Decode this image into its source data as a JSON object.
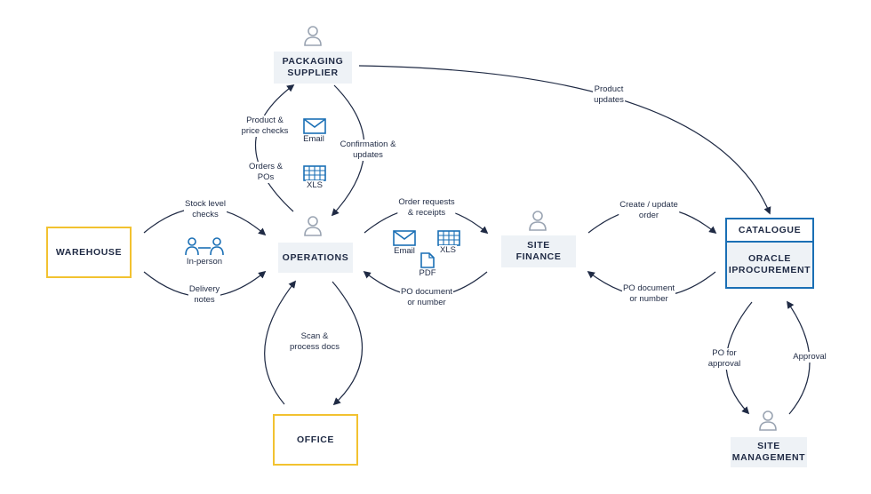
{
  "colors": {
    "text": "#1f2a44",
    "node_fill": "#eef2f6",
    "highlight_border": "#f2c230",
    "catalogue_border": "#1a6fb5",
    "icon_blue": "#1a6fb5",
    "person_grey": "#9aa4b2",
    "arrow": "#1f2a44"
  },
  "nodes": {
    "packaging_supplier": {
      "line1": "PACKAGING",
      "line2": "SUPPLIER"
    },
    "warehouse": {
      "label": "WAREHOUSE"
    },
    "operations": {
      "label": "OPERATIONS"
    },
    "site_finance": {
      "line1": "SITE",
      "line2": "FINANCE"
    },
    "catalogue": {
      "header": "CATALOGUE",
      "line1": "ORACLE",
      "line2": "IPROCUREMENT"
    },
    "office": {
      "label": "OFFICE"
    },
    "site_management": {
      "line1": "SITE",
      "line2": "MANAGEMENT"
    }
  },
  "labels": {
    "product_updates": {
      "line1": "Product",
      "line2": "updates"
    },
    "product_price_checks": {
      "line1": "Product &",
      "line2": "price checks"
    },
    "orders_pos": {
      "line1": "Orders &",
      "line2": "POs"
    },
    "confirmation_updates": {
      "line1": "Confirmation &",
      "line2": "updates"
    },
    "stock_level_checks": {
      "line1": "Stock level",
      "line2": "checks"
    },
    "delivery_notes": {
      "line1": "Delivery",
      "line2": "notes"
    },
    "order_requests": {
      "line1": "Order requests",
      "line2": "& receipts"
    },
    "po_document_left": {
      "line1": "PO document",
      "line2": "or number"
    },
    "create_update_order": {
      "line1": "Create / update",
      "line2": "order"
    },
    "po_document_right": {
      "line1": "PO document",
      "line2": "or number"
    },
    "scan_process": {
      "line1": "Scan &",
      "line2": "process docs"
    },
    "po_for_approval": {
      "line1": "PO for",
      "line2": "approval"
    },
    "approval": {
      "line1": "Approval"
    }
  },
  "icons": {
    "email_top": {
      "icon": "email-icon",
      "label": "Email"
    },
    "xls_top": {
      "icon": "spreadsheet-icon",
      "label": "XLS"
    },
    "in_person": {
      "icon": "in-person-icon",
      "label": "In-person"
    },
    "email_mid": {
      "icon": "email-icon",
      "label": "Email"
    },
    "xls_mid": {
      "icon": "spreadsheet-icon",
      "label": "XLS"
    },
    "pdf_mid": {
      "icon": "pdf-icon",
      "label": "PDF"
    }
  }
}
